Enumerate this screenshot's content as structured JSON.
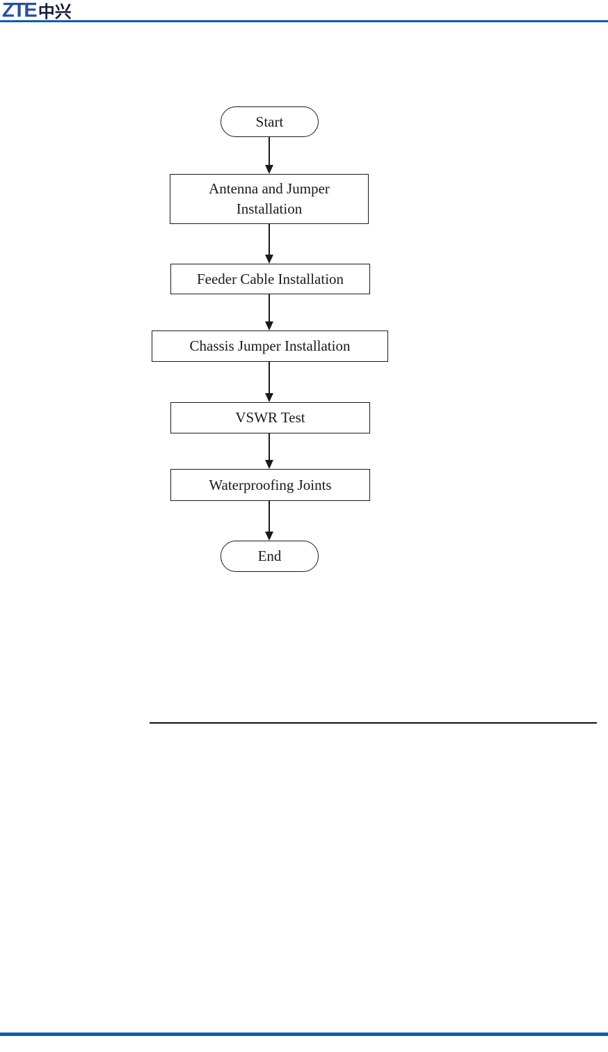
{
  "header": {
    "logo": {
      "latin": "ZTE",
      "cjk": "中兴"
    },
    "colors": {
      "logo_latin": "#2b4fa0",
      "logo_cjk": "#191d3b",
      "rule": "#0e5ea8"
    }
  },
  "flowchart": {
    "type": "flowchart",
    "direction": "top-down",
    "line_color": "#1a1a1a",
    "node_fill": "#ffffff",
    "nodes": [
      {
        "shape": "terminator",
        "label": "Start"
      },
      {
        "shape": "process",
        "label": "Antenna and Jumper Installation"
      },
      {
        "shape": "process",
        "label": "Feeder Cable Installation"
      },
      {
        "shape": "process",
        "label": "Chassis Jumper Installation"
      },
      {
        "shape": "process",
        "label": "VSWR Test"
      },
      {
        "shape": "process",
        "label": "Waterproofing Joints"
      },
      {
        "shape": "terminator",
        "label": "End"
      }
    ],
    "edges": [
      {
        "from": "Start",
        "to": "Antenna and Jumper Installation"
      },
      {
        "from": "Antenna and Jumper Installation",
        "to": "Feeder Cable Installation"
      },
      {
        "from": "Feeder Cable Installation",
        "to": "Chassis Jumper Installation"
      },
      {
        "from": "Chassis Jumper Installation",
        "to": "VSWR Test"
      },
      {
        "from": "VSWR Test",
        "to": "Waterproofing Joints"
      },
      {
        "from": "Waterproofing Joints",
        "to": "End"
      }
    ]
  },
  "footer": {
    "rule_color": "#0e5ea8"
  }
}
